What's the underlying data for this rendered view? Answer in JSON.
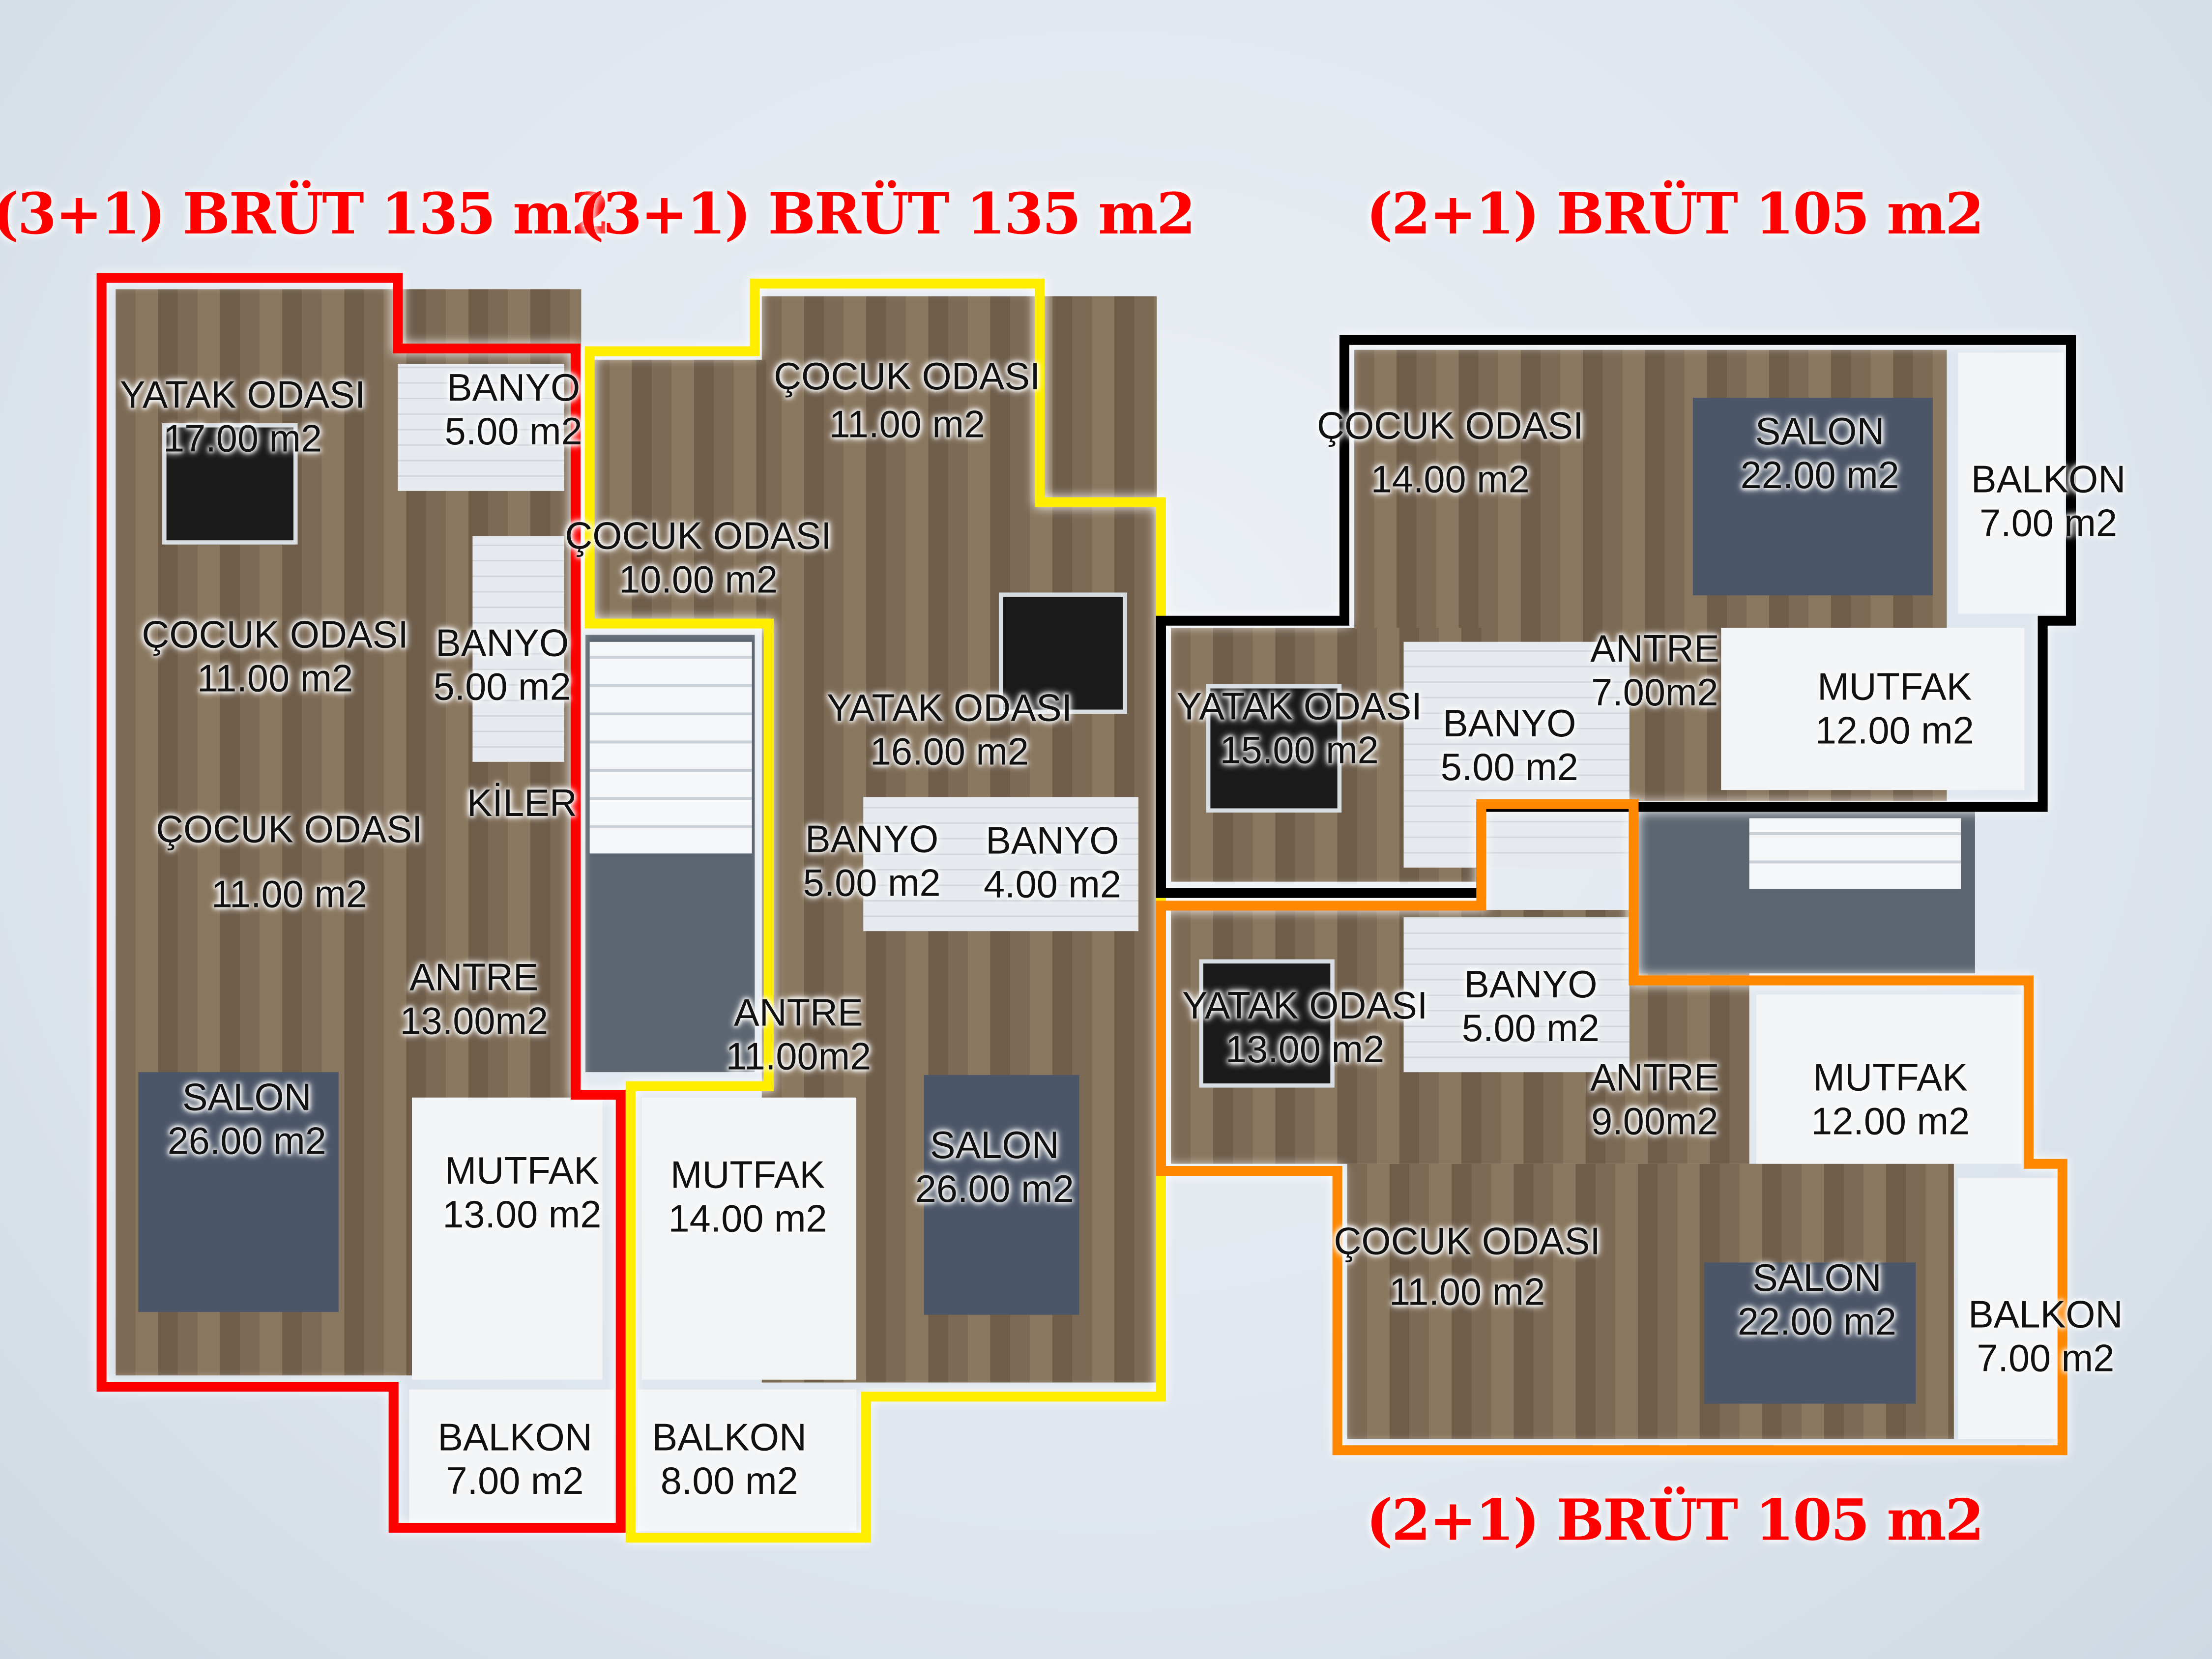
{
  "titles": [
    "(3+1) BRÜT 135 m2",
    "(3+1) BRÜT 135 m2",
    "(2+1) BRÜT 105 m2",
    "(2+1) BRÜT 105 m2"
  ],
  "colors": {
    "unit_a": "#ff0000",
    "unit_b": "#ffee00",
    "unit_c": "#000000",
    "unit_d": "#ff8800",
    "title": "#ff0000"
  },
  "unit_a": [
    {
      "name": "YATAK ODASI",
      "area": "17.00 m2"
    },
    {
      "name": "BANYO",
      "area": "5.00 m2"
    },
    {
      "name": "ÇOCUK ODASI",
      "area": "11.00 m2"
    },
    {
      "name": "BANYO",
      "area": "5.00 m2"
    },
    {
      "name": "KİLER",
      "area": ""
    },
    {
      "name": "ÇOCUK ODASI",
      "area": "11.00 m2"
    },
    {
      "name": "ANTRE",
      "area": "13.00m2"
    },
    {
      "name": "SALON",
      "area": "26.00 m2"
    },
    {
      "name": "MUTFAK",
      "area": "13.00 m2"
    },
    {
      "name": "BALKON",
      "area": "7.00 m2"
    }
  ],
  "unit_b": [
    {
      "name": "ÇOCUK ODASI",
      "area": "11.00 m2"
    },
    {
      "name": "ÇOCUK ODASI",
      "area": "10.00 m2"
    },
    {
      "name": "YATAK ODASI",
      "area": "16.00 m2"
    },
    {
      "name": "BANYO",
      "area": "5.00 m2"
    },
    {
      "name": "BANYO",
      "area": "4.00 m2"
    },
    {
      "name": "ANTRE",
      "area": "11.00m2"
    },
    {
      "name": "SALON",
      "area": "26.00 m2"
    },
    {
      "name": "MUTFAK",
      "area": "14.00 m2"
    },
    {
      "name": "BALKON",
      "area": "8.00 m2"
    }
  ],
  "unit_c": [
    {
      "name": "ÇOCUK ODASI",
      "area": "14.00 m2"
    },
    {
      "name": "SALON",
      "area": "22.00 m2"
    },
    {
      "name": "BALKON",
      "area": "7.00 m2"
    },
    {
      "name": "ANTRE",
      "area": "7.00m2"
    },
    {
      "name": "MUTFAK",
      "area": "12.00 m2"
    },
    {
      "name": "YATAK ODASI",
      "area": "15.00 m2"
    },
    {
      "name": "BANYO",
      "area": "5.00 m2"
    }
  ],
  "unit_d": [
    {
      "name": "YATAK ODASI",
      "area": "13.00 m2"
    },
    {
      "name": "BANYO",
      "area": "5.00 m2"
    },
    {
      "name": "ANTRE",
      "area": "9.00m2"
    },
    {
      "name": "MUTFAK",
      "area": "12.00 m2"
    },
    {
      "name": "ÇOCUK ODASI",
      "area": "11.00 m2"
    },
    {
      "name": "SALON",
      "area": "22.00 m2"
    },
    {
      "name": "BALKON",
      "area": "7.00 m2"
    }
  ]
}
